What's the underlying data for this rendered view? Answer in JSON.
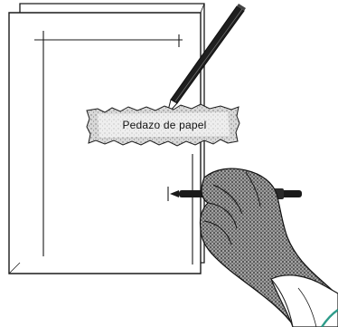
{
  "scene": {
    "scrap_label": "Pedazo de papel",
    "colors": {
      "ink": "#1a1a1a",
      "paper": "#ffffff",
      "shadow": "#555555",
      "glove": "#6e6e6e",
      "accent_curve": "#2e9c8a"
    },
    "icons": [
      "paper-sheet",
      "pencil",
      "paper-scrap",
      "gloved-hand",
      "pen"
    ]
  }
}
